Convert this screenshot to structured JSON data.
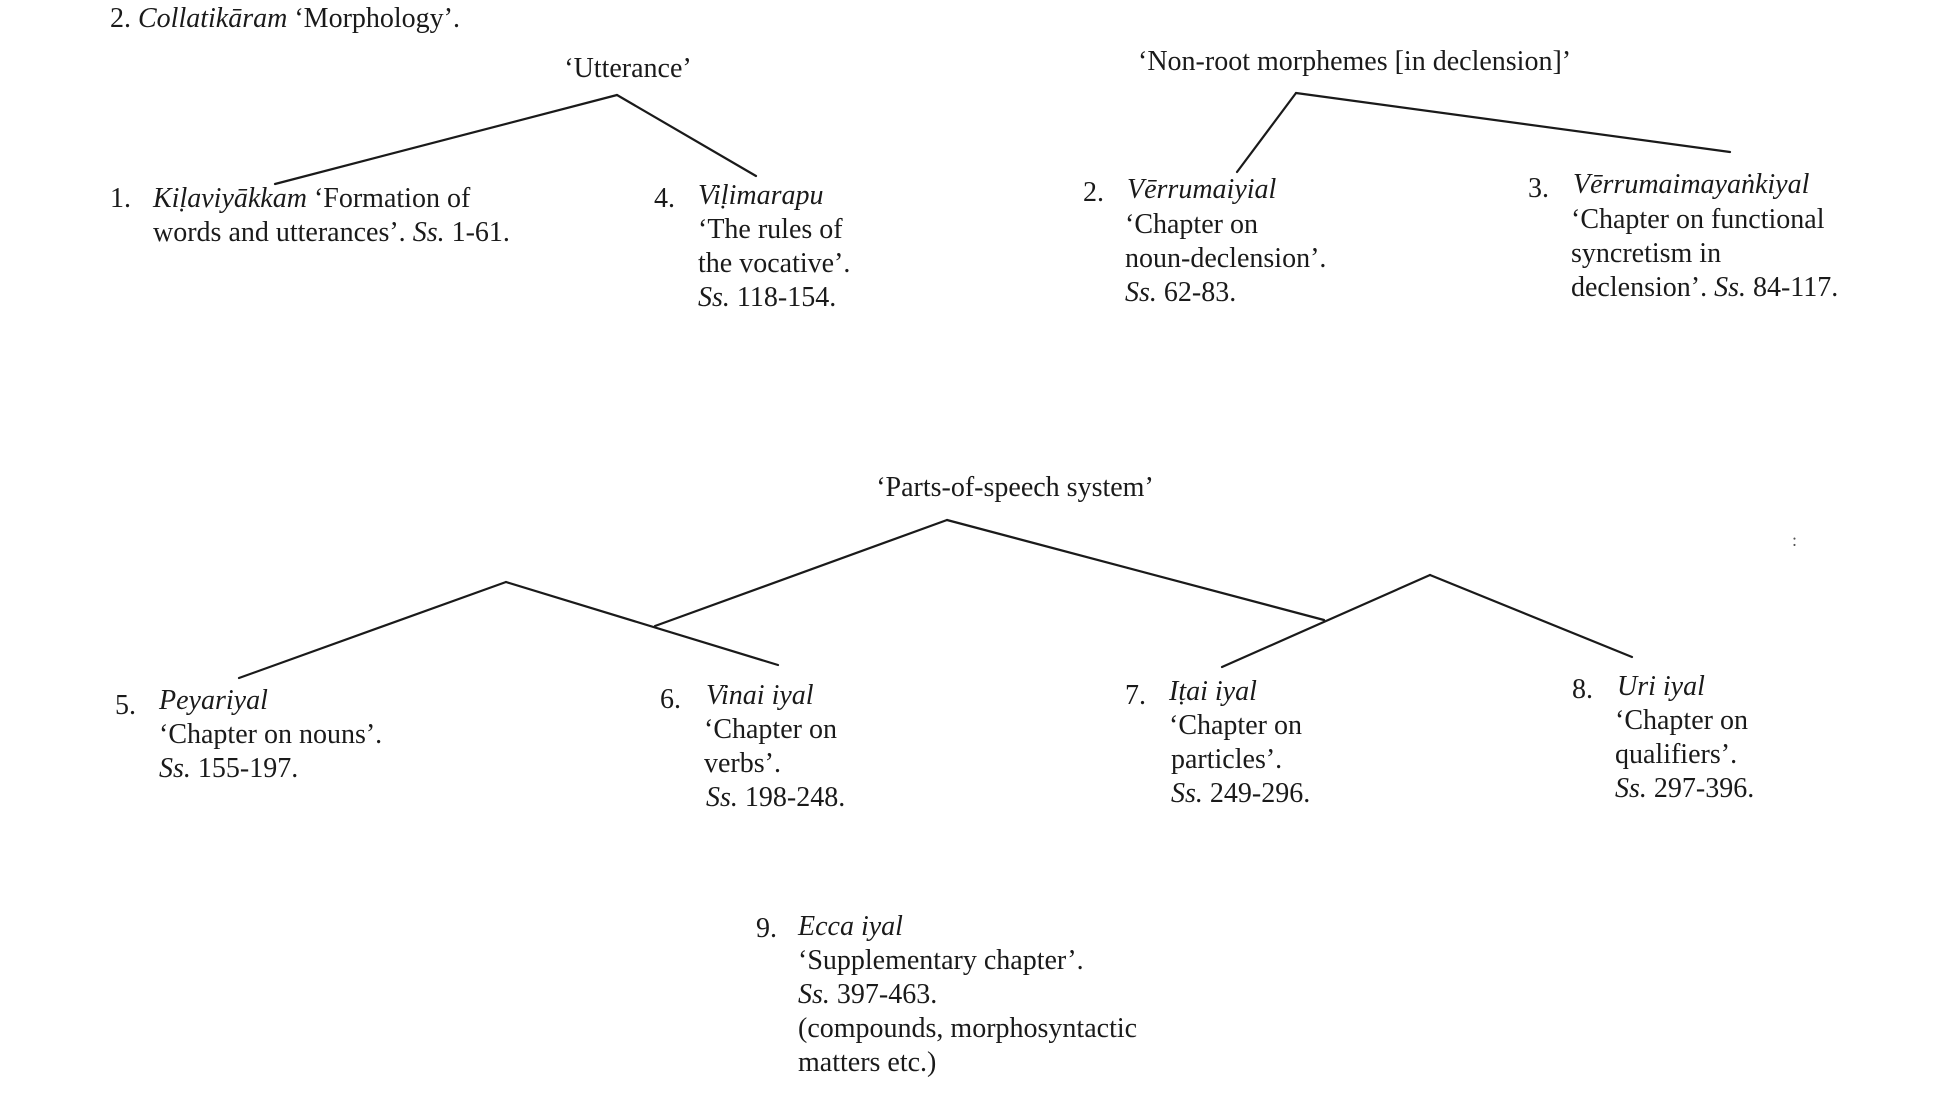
{
  "heading": {
    "number": "2.",
    "title_italic": "Collatikāram",
    "gloss": "‘Morphology’."
  },
  "groups": {
    "utterance": "‘Utterance’",
    "non_root": "‘Non-root morphemes [in declension]’",
    "parts_of_speech": "‘Parts-of-speech system’"
  },
  "chapters": [
    {
      "number": "1.",
      "name": "Kiḷaviyākkam",
      "inline_gloss": "‘Formation of",
      "last_line_text": "words and utterances’.",
      "ss_prefix": "Ss.",
      "ss_range": "1-61."
    },
    {
      "number": "4.",
      "name": "Viḷimarapu",
      "lines": [
        "‘The rules of",
        "the vocative’."
      ],
      "ss_prefix": "Ss.",
      "ss_range": "118-154."
    },
    {
      "number": "2.",
      "name": "Vērrumaiyial",
      "lines": [
        "‘Chapter on",
        "noun-declension’."
      ],
      "ss_prefix": "Ss.",
      "ss_range": "62-83."
    },
    {
      "number": "3.",
      "name": "Vērrumaimayaṅkiyal",
      "lines": [
        "‘Chapter on functional",
        "syncretism in"
      ],
      "last_line_text": "declension’.",
      "ss_prefix": "Ss.",
      "ss_range": "84-117."
    },
    {
      "number": "5.",
      "name": "Peyariyal",
      "lines": [
        "‘Chapter on nouns’."
      ],
      "ss_prefix": "Ss.",
      "ss_range": "155-197."
    },
    {
      "number": "6.",
      "name": "Vinai iyal",
      "lines": [
        "‘Chapter on",
        "verbs’."
      ],
      "ss_prefix": "Ss.",
      "ss_range": "198-248."
    },
    {
      "number": "7.",
      "name": "Iṭai iyal",
      "lines": [
        "‘Chapter on",
        "particles’."
      ],
      "ss_prefix": "Ss.",
      "ss_range": "249-296."
    },
    {
      "number": "8.",
      "name": "Uri iyal",
      "lines": [
        "‘Chapter on",
        "qualifiers’."
      ],
      "ss_prefix": "Ss.",
      "ss_range": "297-396."
    },
    {
      "number": "9.",
      "name": "Ecca iyal",
      "lines": [
        "‘Supplementary chapter’."
      ],
      "ss_prefix": "Ss.",
      "ss_range": "397-463.",
      "notes": [
        "(compounds, morphosyntactic",
        "matters etc.)"
      ]
    }
  ],
  "stray_mark": ":"
}
